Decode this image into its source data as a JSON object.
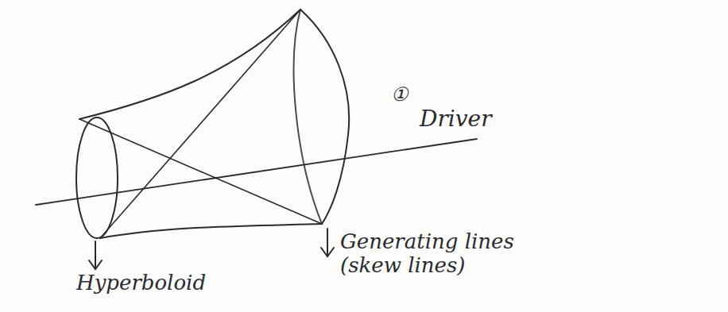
{
  "diagram": {
    "labels": [
      "①",
      "Driver",
      "Generating lines (skew lines)",
      "Hyperboloid"
    ]
  }
}
